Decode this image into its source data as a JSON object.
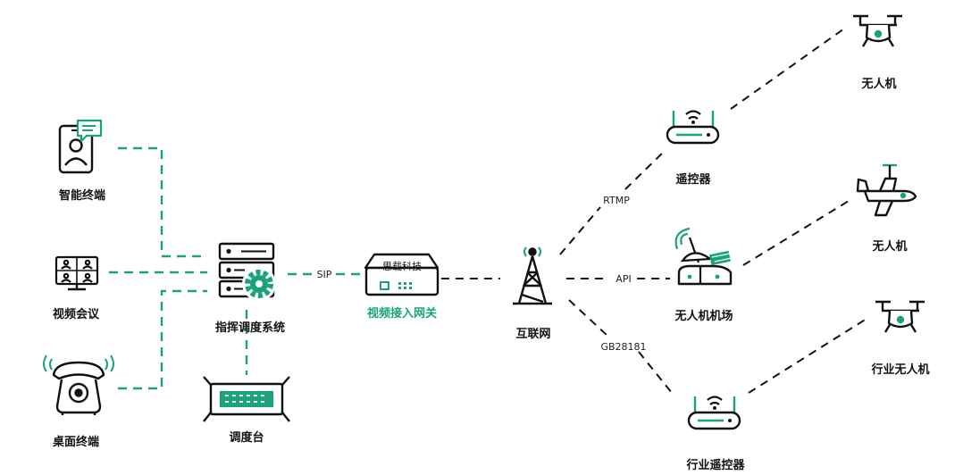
{
  "colors": {
    "accent": "#1aa37a",
    "black": "#111111",
    "bg": "#ffffff"
  },
  "nodes": {
    "smart_terminal": {
      "label": "智能终端",
      "icon": "smartphone-user-icon"
    },
    "video_conf": {
      "label": "视频会议",
      "icon": "video-conference-monitor-icon"
    },
    "desk_terminal": {
      "label": "桌面终端",
      "icon": "desk-phone-icon"
    },
    "command_system": {
      "label": "指挥调度系统",
      "icon": "server-gear-icon"
    },
    "console": {
      "label": "调度台",
      "icon": "dispatch-console-icon"
    },
    "gateway": {
      "label": "视频接入网关",
      "brand": "思载科技",
      "icon": "gateway-device-icon"
    },
    "internet": {
      "label": "互联网",
      "icon": "radio-tower-icon"
    },
    "remote_ctrl": {
      "label": "遥控器",
      "icon": "router-icon"
    },
    "drone_nest": {
      "label": "无人机机场",
      "icon": "drone-airport-icon"
    },
    "industry_remote": {
      "label": "行业遥控器",
      "icon": "router-icon"
    },
    "drone_1": {
      "label": "无人机",
      "icon": "quadcopter-icon"
    },
    "drone_2": {
      "label": "无人机",
      "icon": "fixed-wing-drone-icon"
    },
    "drone_3": {
      "label": "行业无人机",
      "icon": "quadcopter-icon"
    }
  },
  "edges": {
    "sip": "SIP",
    "rtmp": "RTMP",
    "api": "API",
    "gb": "GB28181"
  }
}
